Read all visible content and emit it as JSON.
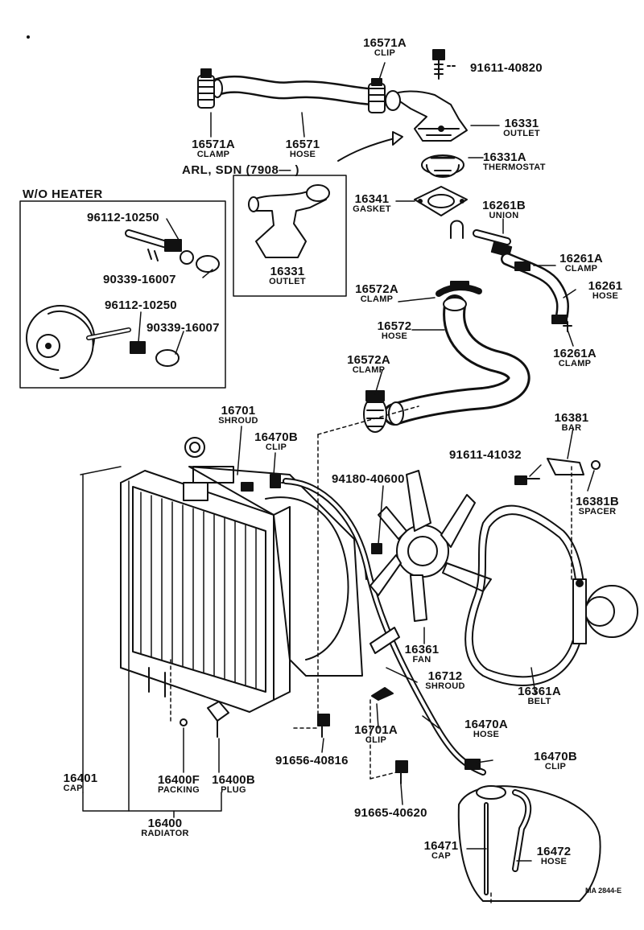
{
  "title_code": "MA 2844-E",
  "inset_header": "W/O HEATER",
  "variant_note": "ARL, SDN (7908—      )",
  "parts": [
    {
      "id": "p1",
      "number": "16571A",
      "name": "CLIP"
    },
    {
      "id": "p2",
      "number": "91611-40820",
      "name": ""
    },
    {
      "id": "p3",
      "number": "16571A",
      "name": "CLAMP"
    },
    {
      "id": "p4",
      "number": "16571",
      "name": "HOSE"
    },
    {
      "id": "p5",
      "number": "16331",
      "name": "OUTLET"
    },
    {
      "id": "p6",
      "number": "16331A",
      "name": "THERMOSTAT"
    },
    {
      "id": "p7",
      "number": "16341",
      "name": "GASKET"
    },
    {
      "id": "p8",
      "number": "16261B",
      "name": "UNION"
    },
    {
      "id": "p9",
      "number": "16261A",
      "name": "CLAMP"
    },
    {
      "id": "p10",
      "number": "16261",
      "name": "HOSE"
    },
    {
      "id": "p11",
      "number": "16261A",
      "name": "CLAMP"
    },
    {
      "id": "p12",
      "number": "16331",
      "name": "OUTLET"
    },
    {
      "id": "p13",
      "number": "96112-10250",
      "name": ""
    },
    {
      "id": "p14",
      "number": "90339-16007",
      "name": ""
    },
    {
      "id": "p15",
      "number": "96112-10250",
      "name": ""
    },
    {
      "id": "p16",
      "number": "90339-16007",
      "name": ""
    },
    {
      "id": "p17",
      "number": "16572A",
      "name": "CLAMP"
    },
    {
      "id": "p18",
      "number": "16572",
      "name": "HOSE"
    },
    {
      "id": "p19",
      "number": "16572A",
      "name": "CLAMP"
    },
    {
      "id": "p20",
      "number": "16701",
      "name": "SHROUD"
    },
    {
      "id": "p21",
      "number": "16470B",
      "name": "CLIP"
    },
    {
      "id": "p22",
      "number": "16381",
      "name": "BAR"
    },
    {
      "id": "p23",
      "number": "91611-41032",
      "name": ""
    },
    {
      "id": "p24",
      "number": "16381B",
      "name": "SPACER"
    },
    {
      "id": "p25",
      "number": "94180-40600",
      "name": ""
    },
    {
      "id": "p26",
      "number": "16361",
      "name": "FAN"
    },
    {
      "id": "p27",
      "number": "16712",
      "name": "SHROUD"
    },
    {
      "id": "p28",
      "number": "16361A",
      "name": "BELT"
    },
    {
      "id": "p29",
      "number": "16701A",
      "name": "CLIP"
    },
    {
      "id": "p30",
      "number": "16470A",
      "name": "HOSE"
    },
    {
      "id": "p31",
      "number": "91656-40816",
      "name": ""
    },
    {
      "id": "p32",
      "number": "16470B",
      "name": "CLIP"
    },
    {
      "id": "p33",
      "number": "91665-40620",
      "name": ""
    },
    {
      "id": "p34",
      "number": "16401",
      "name": "CAP"
    },
    {
      "id": "p35",
      "number": "16400F",
      "name": "PACKING"
    },
    {
      "id": "p36",
      "number": "16400B",
      "name": "PLUG"
    },
    {
      "id": "p37",
      "number": "16400",
      "name": "RADIATOR"
    },
    {
      "id": "p38",
      "number": "16471",
      "name": "CAP"
    },
    {
      "id": "p39",
      "number": "16472",
      "name": "HOSE"
    }
  ]
}
